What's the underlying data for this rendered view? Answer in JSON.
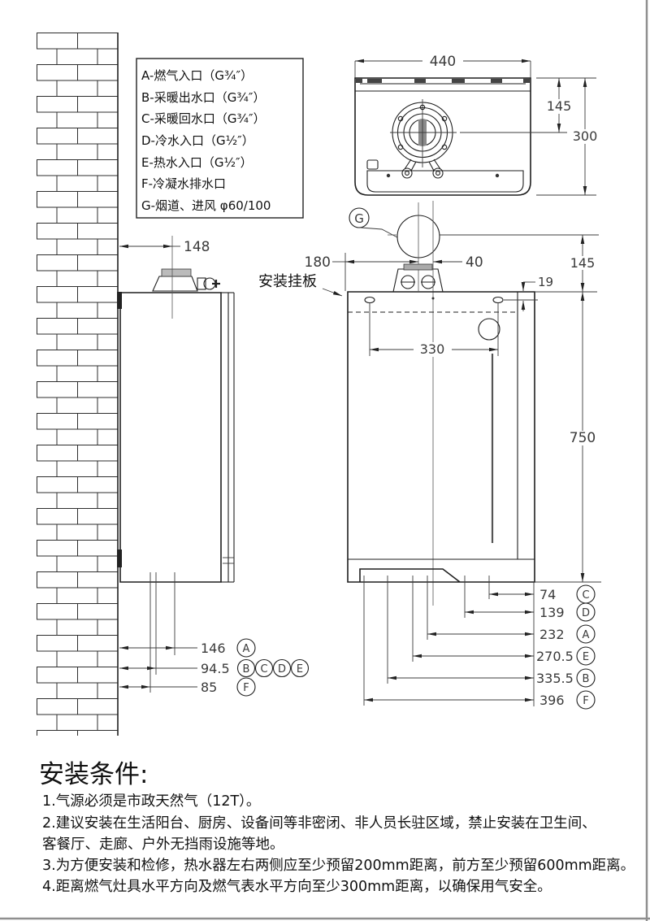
{
  "legend": {
    "items": [
      "A-燃气入口（G¾″）",
      "B-采暖出水口（G¾″）",
      "C-采暖回水口（G¾″）",
      "D-冷水入口（G½″）",
      "E-热水入口（G½″）",
      "F-冷凝水排水口",
      "G-烟道、进风 φ60/100"
    ]
  },
  "callouts": {
    "flue": "G",
    "mounting_plate": "安装挂板"
  },
  "dims": {
    "top_view": {
      "width": "440",
      "flue_to_back": "145",
      "depth": "300"
    },
    "front_view": {
      "flue_left": "180",
      "flue_right": "40",
      "flue_height": "145",
      "plate_hole": "19",
      "hole_span": "330",
      "height": "750"
    },
    "side_view": {
      "wall_to_flue": "148"
    },
    "front_bottom": [
      {
        "value": "74",
        "port": "C"
      },
      {
        "value": "139",
        "port": "D"
      },
      {
        "value": "232",
        "port": "A"
      },
      {
        "value": "270.5",
        "port": "E"
      },
      {
        "value": "335.5",
        "port": "B"
      },
      {
        "value": "396",
        "port": "F"
      }
    ],
    "side_bottom": [
      {
        "value": "146",
        "ports": [
          "A"
        ]
      },
      {
        "value": "94.5",
        "ports": [
          "B",
          "C",
          "D",
          "E"
        ]
      },
      {
        "value": "85",
        "ports": [
          "F"
        ]
      }
    ]
  },
  "conditions": {
    "title": "安装条件:",
    "notes": [
      "1.气源必须是市政天然气（12T）。",
      "2.建议安装在生活阳台、厨房、设备间等非密闭、非人员长驻区域，禁止安装在卫生间、",
      "客餐厅、走廊、户外无挡雨设施等地。",
      "3.为方便安装和检修，热水器左右两侧应至少预留200mm距离，前方至少预留600mm距离。",
      "4.距离燃气灶具水平方向及燃气表水平方向至少300mm距离，以确保用气安全。"
    ]
  }
}
